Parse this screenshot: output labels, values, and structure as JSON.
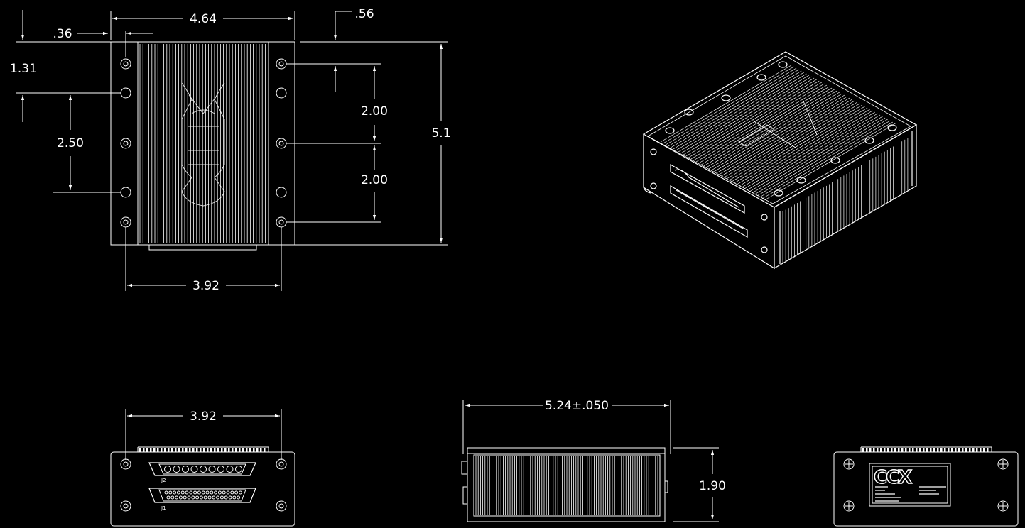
{
  "colors": {
    "background": "#000000",
    "line": "#ffffff"
  },
  "top_view": {
    "dim_width": "4.64",
    "dim_edge_offset": ".36",
    "dim_top_offset": ".56",
    "dim_hole_offset": "1.31",
    "dim_left_spacing": "2.50",
    "dim_right_spacing_1": "2.00",
    "dim_right_spacing_2": "2.00",
    "dim_height": "5.1",
    "dim_hole_span": "3.92"
  },
  "front_view": {
    "dim_hole_span": "3.92",
    "connector_top_label": "J2",
    "connector_bottom_label": "J1"
  },
  "side_view": {
    "dim_length": "5.24±.050",
    "dim_height": "1.90"
  },
  "rear_view": {
    "logo_text": "CCX"
  }
}
